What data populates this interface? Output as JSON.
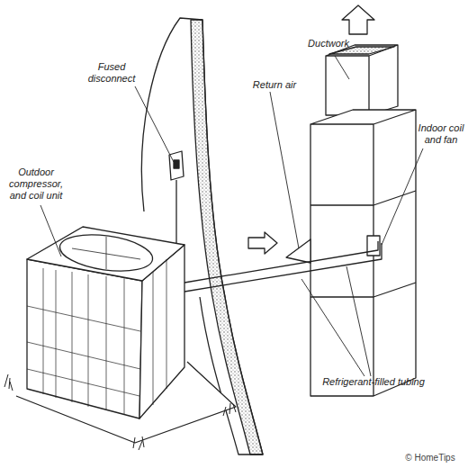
{
  "diagram": {
    "labels": [
      "Ductwork",
      "Fused disconnect",
      "Outdoor compressor, and coil unit",
      "Return air",
      "Indoor coil and fan",
      "Refrigerant-filled tubing",
      "© HomeTips"
    ]
  }
}
